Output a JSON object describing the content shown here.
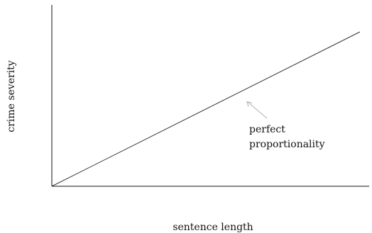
{
  "diagram": {
    "x_axis_label": "sentence length",
    "y_axis_label": "crime severity",
    "annotation": {
      "line1": "perfect",
      "line2": "proportionality"
    }
  },
  "colors": {
    "axis": "#111111",
    "line": "#111111",
    "arrow": "#b3b3b3",
    "text": "#111111"
  }
}
